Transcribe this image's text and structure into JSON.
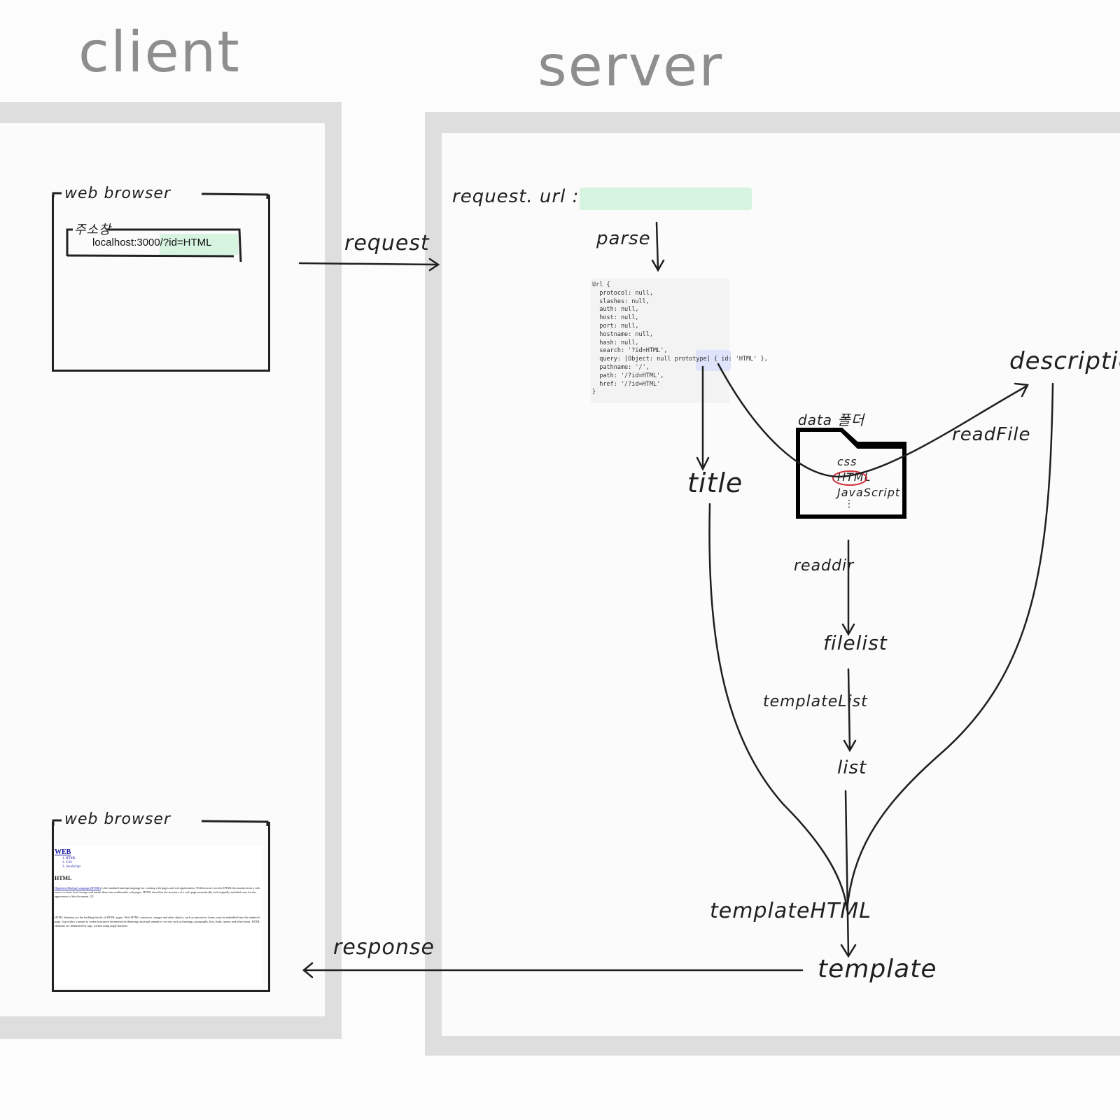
{
  "headings": {
    "client": "client",
    "server": "server"
  },
  "client": {
    "browser_top": {
      "label": "web browser",
      "address_label": "주소창",
      "address_value": "localhost:3000/?id=HTML"
    },
    "browser_bottom": {
      "label": "web browser",
      "page": {
        "site_title": "WEB",
        "list": [
          "HTML",
          "CSS",
          "JavaScript"
        ],
        "heading": "HTML",
        "para1_link": "Hypertext Markup Language (HTML)",
        "para1_rest": " is the standard markup language for creating web pages and web applications. Web browsers receive HTML documents from a web server or from local storage and render them into multimedia web pages. HTML describes the structure of a web page semantically and originally included cues for the appearance of the document. [3]",
        "para2": "HTML elements are the building blocks of HTML pages. With HTML constructs, images and other objects, such as interactive forms, may be embedded into the rendered page. It provides a means to create structured documents by denoting structural semantics for text such as headings, paragraphs, lists, links, quotes and other items. HTML elements are delineated by tags, written using angle brackets."
      }
    }
  },
  "arrows": {
    "request": "request",
    "response": "response"
  },
  "server": {
    "request_url_label": "request. url :",
    "parse_label": "parse",
    "url_object_lines": [
      "Url {",
      "  protocol: null,",
      "  slashes: null,",
      "  auth: null,",
      "  host: null,",
      "  port: null,",
      "  hostname: null,",
      "  hash: null,",
      "  search: '?id=HTML',",
      "  query: [Object: null prototype] { id: 'HTML' },",
      "  pathname: '/',",
      "  path: '/?id=HTML',",
      "  href: '/?id=HTML'",
      "}"
    ],
    "folder": {
      "label": "data 폴더",
      "files": [
        "css",
        "HTML",
        "JavaScript",
        "⋮"
      ]
    },
    "nodes": {
      "title": "title",
      "description": "description",
      "readfile": "readFile",
      "readdir": "readdir",
      "filelist": "filelist",
      "templatelist": "templateList",
      "list": "list",
      "templatehtml": "templateHTML",
      "template": "template"
    }
  },
  "colors": {
    "frame": "#dedede",
    "highlight_green": "#d6f4e0",
    "highlight_blue": "#dfe3fb",
    "ink": "#1f1f1f",
    "heading_gray": "#8e8e8e",
    "red_circle": "#d0303a"
  }
}
